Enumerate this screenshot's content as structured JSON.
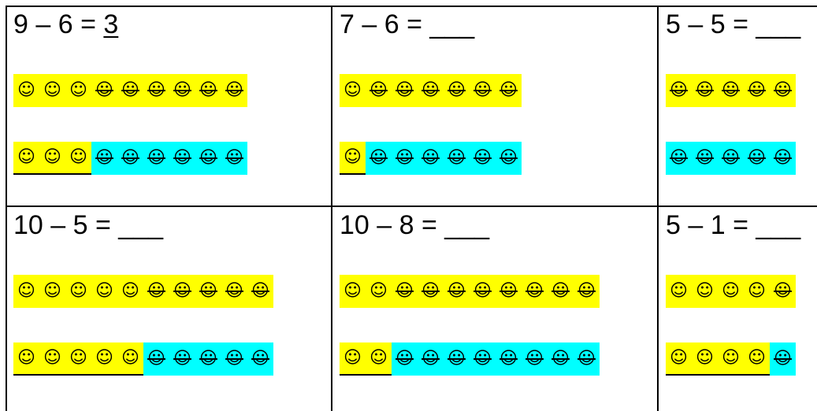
{
  "colors": {
    "kept": "#ffff00",
    "removed": "#00ffff",
    "border": "#000000"
  },
  "icon": "smiley-face-icon",
  "face_glyph": "☺",
  "problems": [
    {
      "equation": "9 – 6 = ",
      "answer": "3",
      "blank": "",
      "row1": {
        "kept": 3,
        "crossed": 6
      },
      "row2": {
        "kept": 3,
        "removed": 6
      }
    },
    {
      "equation": "7 – 6 = ",
      "answer": "",
      "blank": "___",
      "row1": {
        "kept": 1,
        "crossed": 6
      },
      "row2": {
        "kept": 1,
        "removed": 6
      }
    },
    {
      "equation": "5 – 5 = ",
      "answer": "",
      "blank": "___",
      "row1": {
        "kept": 0,
        "crossed": 5
      },
      "row2": {
        "kept": 0,
        "removed": 5
      }
    },
    {
      "equation": "10 – 5 = ",
      "answer": "",
      "blank": "___",
      "row1": {
        "kept": 5,
        "crossed": 5
      },
      "row2": {
        "kept": 5,
        "removed": 5
      }
    },
    {
      "equation": "10 – 8 = ",
      "answer": "",
      "blank": "___",
      "row1": {
        "kept": 2,
        "crossed": 8
      },
      "row2": {
        "kept": 2,
        "removed": 8
      }
    },
    {
      "equation": "5 – 1 = ",
      "answer": "",
      "blank": "___",
      "row1": {
        "kept": 4,
        "crossed": 1
      },
      "row2": {
        "kept": 4,
        "removed": 1
      }
    }
  ]
}
